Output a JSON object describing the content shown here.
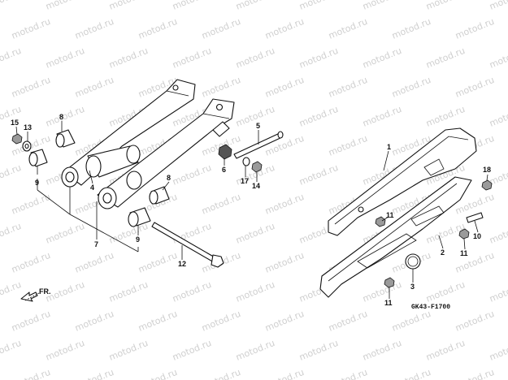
{
  "watermark": "motod.ru",
  "diagram_code": "GK43-F1700",
  "direction_label": "FR.",
  "callouts": {
    "c1": "1",
    "c2": "2",
    "c3": "3",
    "c4": "4",
    "c5": "5",
    "c6": "6",
    "c7": "7",
    "c8a": "8",
    "c8b": "8",
    "c9a": "9",
    "c9b": "9",
    "c10": "10",
    "c11a": "11",
    "c11b": "11",
    "c11c": "11",
    "c12": "12",
    "c13": "13",
    "c14": "14",
    "c15": "15",
    "c17": "17",
    "c18": "18"
  }
}
